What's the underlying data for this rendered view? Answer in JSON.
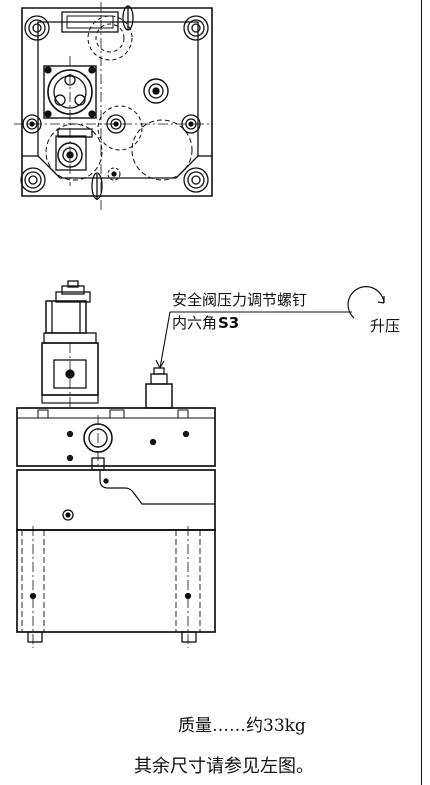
{
  "labels": {
    "relief_valve": "安全阀压力调节螺钉",
    "hex_prefix": "内六角",
    "hex_size": "S3",
    "pressure_rise": "升压"
  },
  "footer": {
    "weight": "质量……约33kg",
    "note": "其余尺寸请参见左图。"
  }
}
